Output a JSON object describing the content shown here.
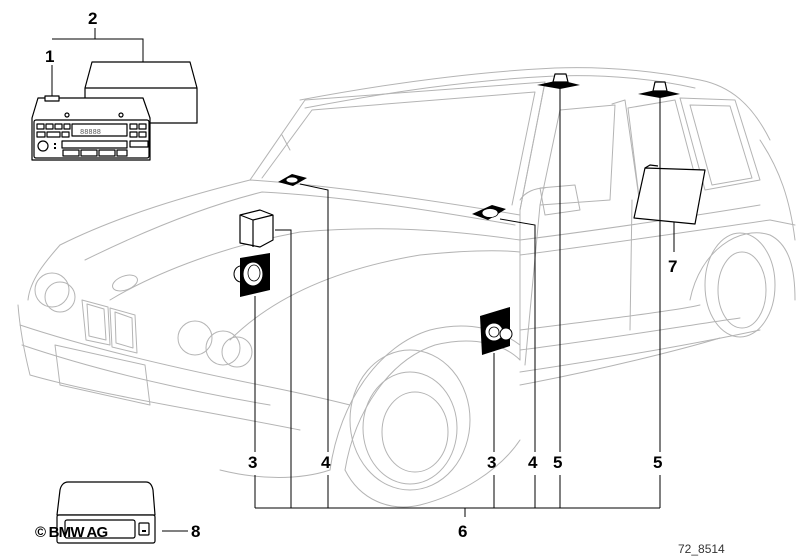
{
  "diagram": {
    "title": "BMW audio system parts diagram (Touring)",
    "drawing_number": "72_8514",
    "copyright": "© BMW AG",
    "callouts": [
      {
        "number": "1",
        "part": "radio-head-unit"
      },
      {
        "number": "2",
        "part": "radio-housing-box"
      },
      {
        "number": "3",
        "part": "front-door-speaker"
      },
      {
        "number": "4",
        "part": "dashboard-tweeter"
      },
      {
        "number": "5",
        "part": "roof-speaker"
      },
      {
        "number": "6",
        "part": "speaker-group"
      },
      {
        "number": "7",
        "part": "rear-door-panel-module"
      },
      {
        "number": "8",
        "part": "amplifier-unit"
      }
    ],
    "labels": {
      "l1": "1",
      "l2": "2",
      "l3a": "3",
      "l3b": "3",
      "l4a": "4",
      "l4b": "4",
      "l5a": "5",
      "l5b": "5",
      "l6": "6",
      "l7": "7",
      "l8": "8"
    },
    "radio_display_text": "88888"
  }
}
